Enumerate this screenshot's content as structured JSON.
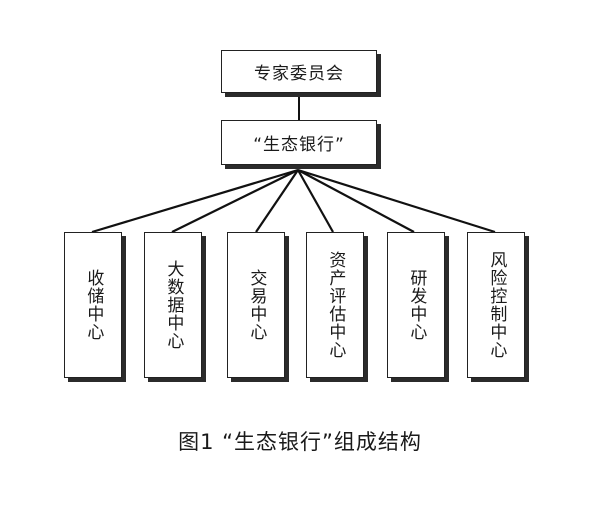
{
  "diagram": {
    "top_node": "专家委员会",
    "mid_node": "“生态银行”",
    "leaves": [
      "收储中心",
      "大数据中心",
      "交易中心",
      "资产评估中心",
      "研发中心",
      "风险控制中心"
    ]
  },
  "caption": "图1 “生态银行”组成结构"
}
